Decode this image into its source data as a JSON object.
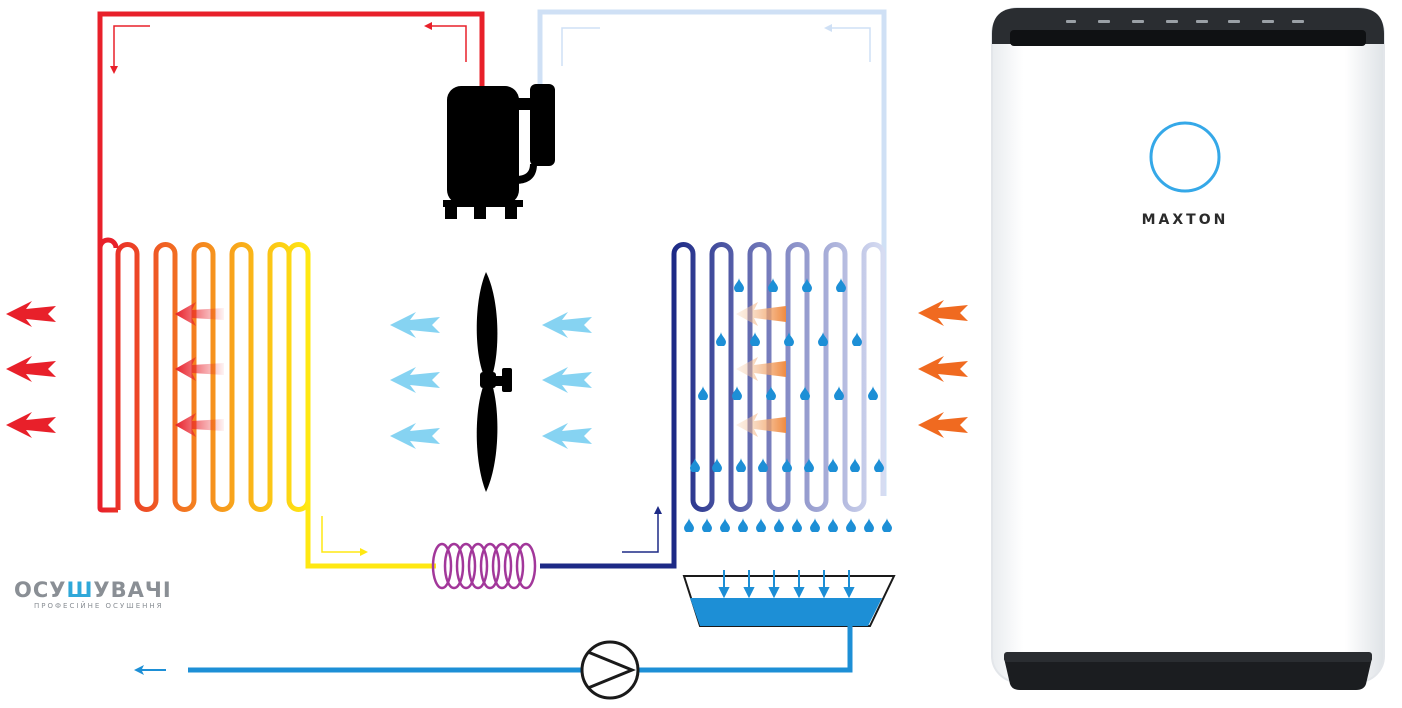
{
  "logo": {
    "name_prefix": "ОСУ",
    "name_accent": "Ш",
    "name_suffix": "УВАЧІ",
    "tagline": "ПРОФЕСІЙНЕ ОСУШЕННЯ"
  },
  "product": {
    "brand": "MAXTON"
  },
  "colors": {
    "hot_pipe": "#e8202a",
    "cold_pipe": "#1d2a86",
    "return_pipe": "#cfe0f5",
    "water": "#1d8fd6",
    "airflow_cool": "#86d3f2",
    "airflow_out": "#e8202a",
    "airflow_in": "#f06a20",
    "ring": "#35a8e8"
  }
}
